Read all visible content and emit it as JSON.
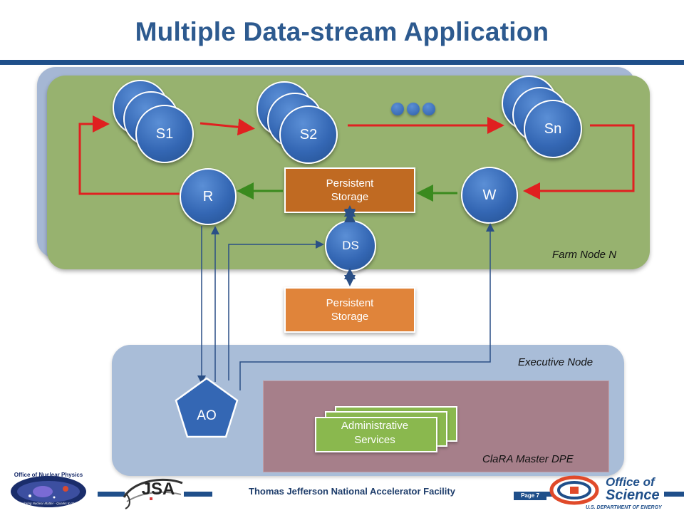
{
  "title": "Multiple Data-stream Application",
  "farm_label": "Farm Node N",
  "executive_label": "Executive Node",
  "master_label": "ClaRA Master DPE",
  "services": {
    "s1": "S1",
    "s2": "S2",
    "sn": "Sn",
    "r": "R",
    "w": "W",
    "ds": "DS",
    "ao": "AO"
  },
  "storage_top": [
    "Persistent",
    "Storage"
  ],
  "storage_bottom": [
    "Persistent",
    "Storage"
  ],
  "admin": [
    "Administrative",
    "Services"
  ],
  "footer": {
    "org": "Thomas Jefferson National Accelerator Facility",
    "page": "Page 7",
    "left_logo_text": "Office of Nuclear Physics",
    "left_logo_tagline": "Exploring Nuclear Matter - Quarks to Stars",
    "jsa_logo_text": "JSA",
    "right_logo_text_1": "Office of",
    "right_logo_text_2": "Science",
    "right_logo_text_3": "U.S. DEPARTMENT OF ENERGY"
  },
  "colors": {
    "title": "#2d5a8f",
    "farm_green": "#97b26f",
    "farm_blue": "#a5b7d4",
    "executive": "#a9bdd8",
    "master": "#a67f8a",
    "node_blue": "#3467b4",
    "storage_dark": "#c06a22",
    "storage_light": "#e0843a",
    "admin_green": "#8ab84e",
    "arrow_red": "#e02020",
    "arrow_green": "#3a8a1e",
    "connector_blue": "#2a4f86"
  }
}
